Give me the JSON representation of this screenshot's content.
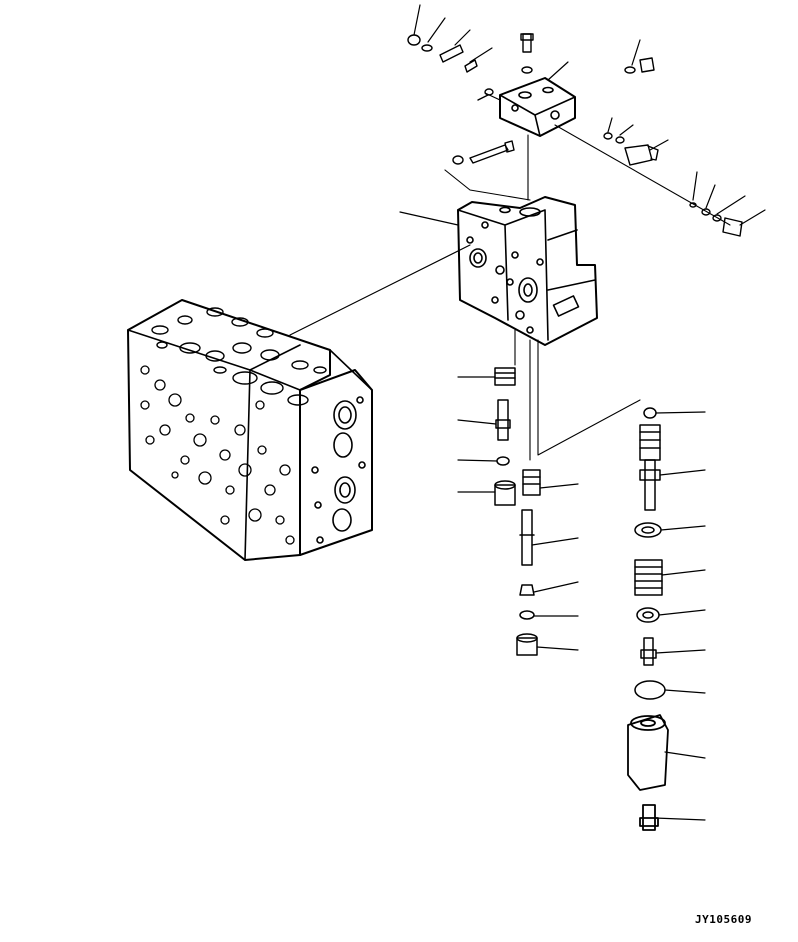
{
  "drawing": {
    "id": "JY105609"
  },
  "colors": {
    "ink": "#000000",
    "paper": "#ffffff"
  },
  "parts": {
    "valve_block": "control-valve-block",
    "valve_section": "valve-section-body",
    "cover_plate": "cover-plate",
    "solenoid": "solenoid-assembly"
  }
}
